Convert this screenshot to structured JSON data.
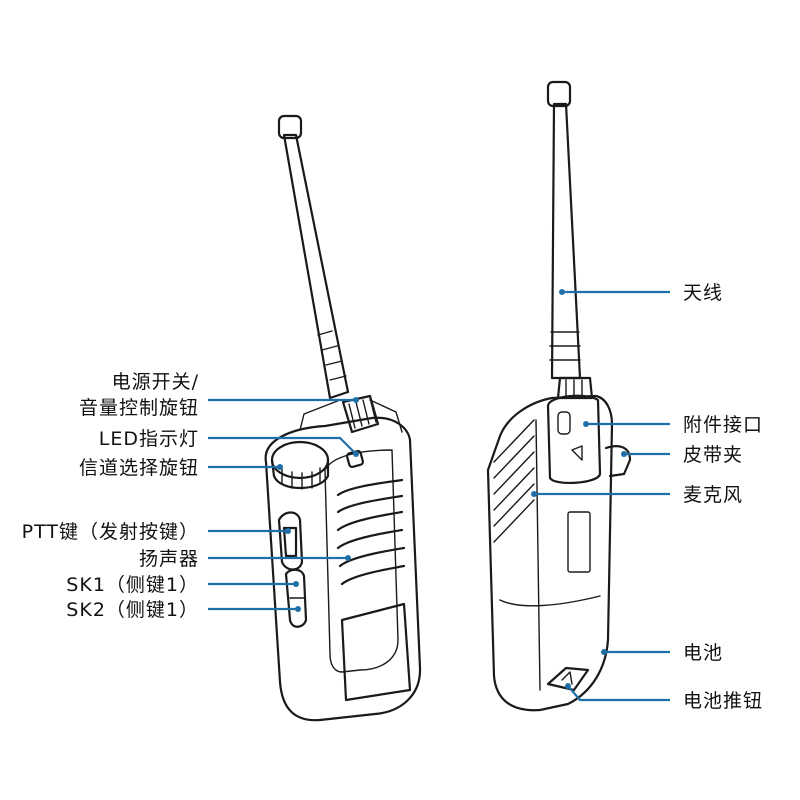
{
  "colors": {
    "leader": "#1f6fa8",
    "outline": "#1a1a1a",
    "background": "#ffffff"
  },
  "left_view": {
    "labels": {
      "power_volume_line1": "电源开关/",
      "power_volume_line2": "音量控制旋钮",
      "led": "LED指示灯",
      "channel": "信道选择旋钮",
      "ptt": "PTT键（发射按键）",
      "speaker": "扬声器",
      "sk1": "SK1（侧键1）",
      "sk2": "SK2（侧键1）"
    }
  },
  "right_view": {
    "labels": {
      "antenna": "天线",
      "accessory_port": "附件接口",
      "belt_clip": "皮带夹",
      "microphone": "麦克风",
      "battery": "电池",
      "battery_button": "电池推钮"
    }
  }
}
